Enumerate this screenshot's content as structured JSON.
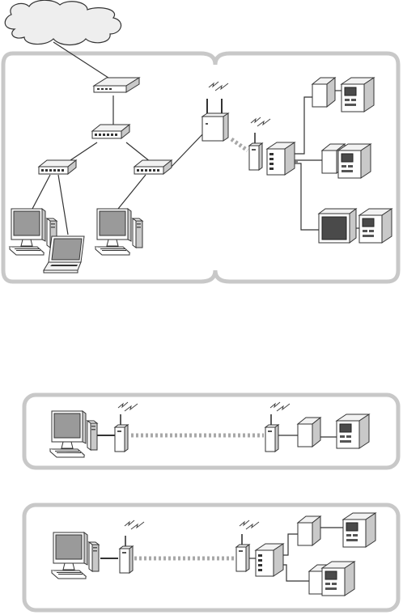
{
  "diagram": {
    "elements": {
      "cloud": "internet-cloud",
      "devices": [
        "broadband-router",
        "core-switch",
        "switching-hub-left",
        "switching-hub-right",
        "desktop-pc",
        "laptop-pc",
        "wireless-access-point",
        "wireless-client-adapter",
        "ethernet-hub",
        "server-tower",
        "monitor-station"
      ]
    },
    "icons": {
      "pc": "desktop-pc-icon",
      "laptop": "laptop-icon",
      "switch": "switch-icon",
      "access_point": "wireless-access-point-icon",
      "adapter": "wireless-adapter-icon",
      "server": "server-icon",
      "equipment": "equipment-icon",
      "radio": "radio-waves-icon"
    },
    "colors": {
      "panel_border": "#c8c8c8",
      "wireless_link": "#a8a8a8",
      "line": "#333333"
    }
  }
}
